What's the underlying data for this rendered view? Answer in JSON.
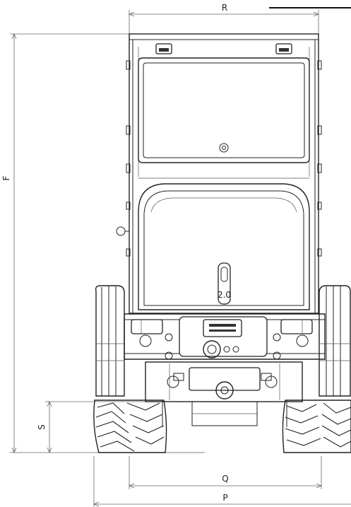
{
  "dimensions": {
    "R": "R",
    "F": "F",
    "S": "S",
    "Q": "Q",
    "P": "P"
  },
  "badge": "2.0"
}
